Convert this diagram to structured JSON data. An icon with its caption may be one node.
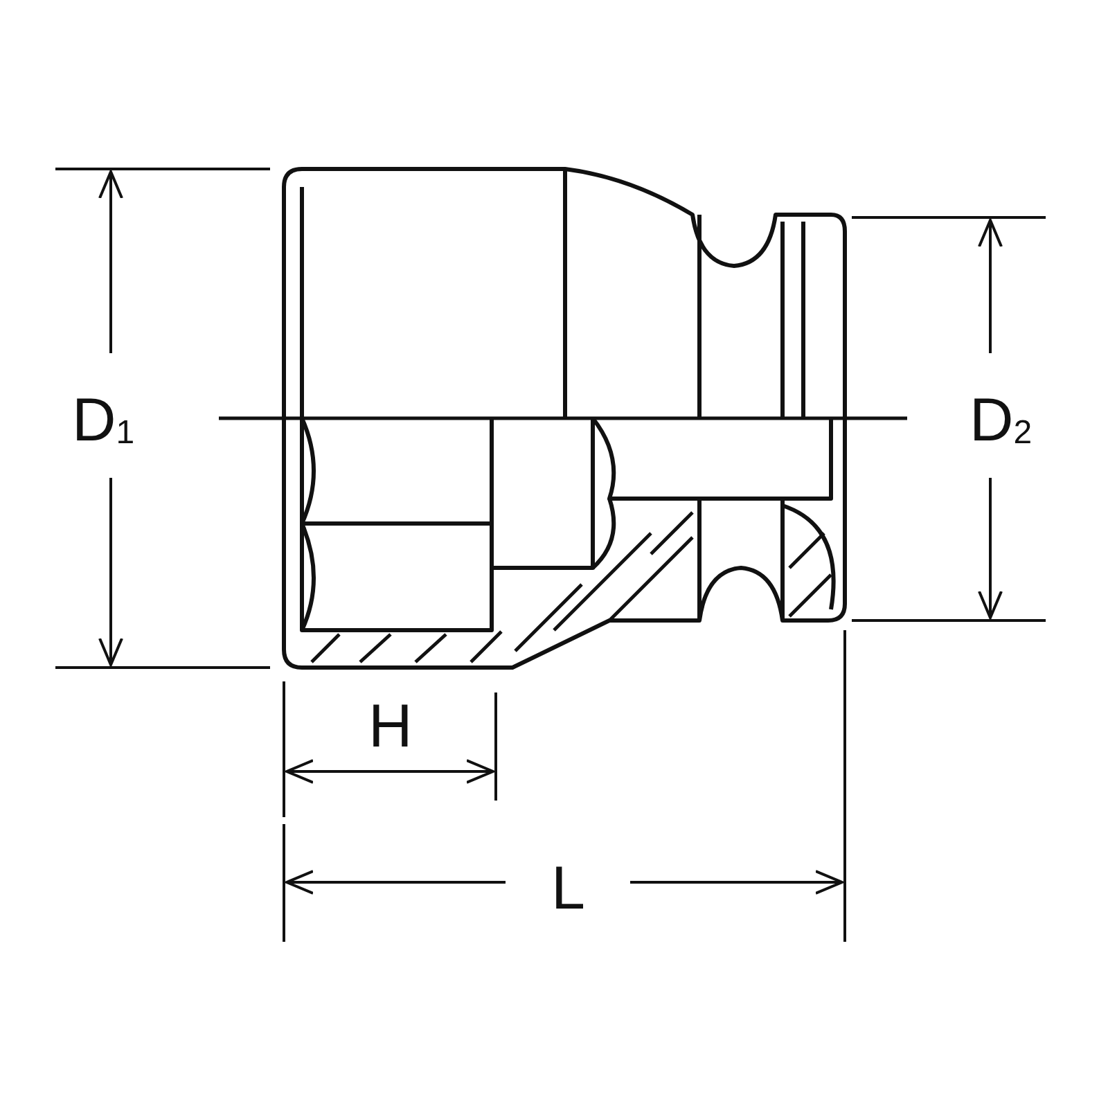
{
  "diagram": {
    "labels": [
      "D$_{1}$",
      "D$_{2}$",
      "H",
      "L"
    ]
  }
}
